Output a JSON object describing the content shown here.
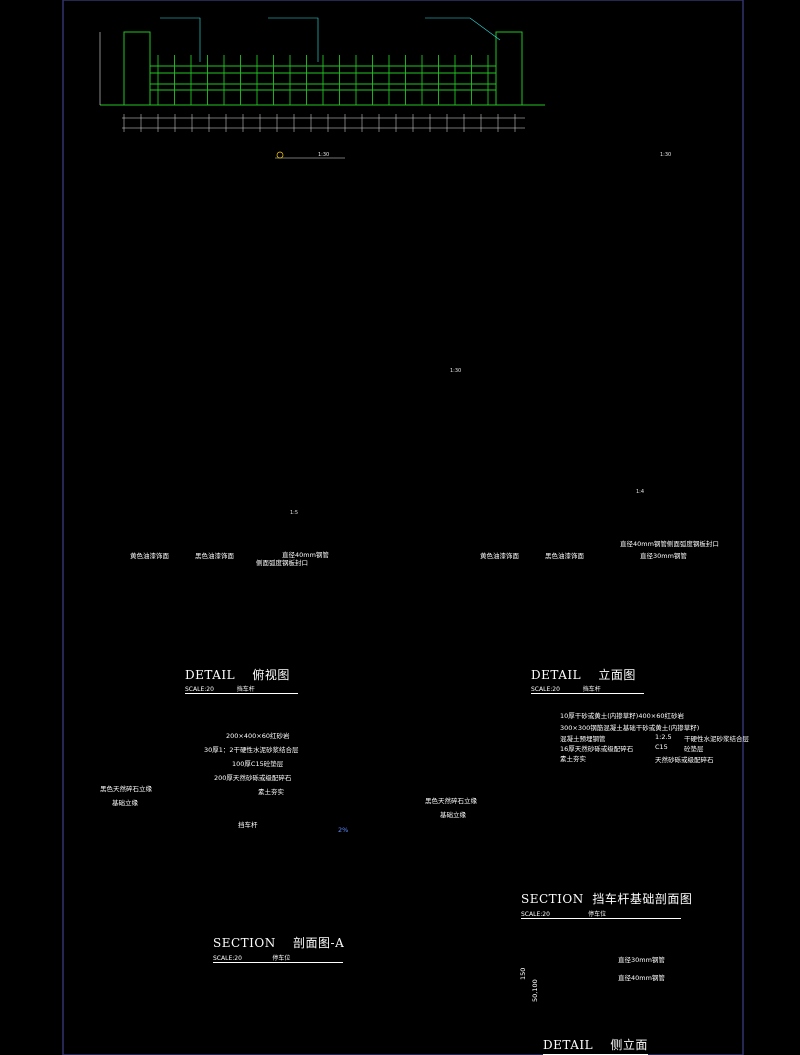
{
  "colors": {
    "background": "#000000",
    "frame": "#32326e",
    "fence": "#22c322",
    "dim": "#e6e6e6",
    "leader": "#33e6e6",
    "grid": "#aaaaaa",
    "red": "#ff2020",
    "yellow": "#d8c200",
    "magenta": "#d63bd6"
  },
  "detail_top": {
    "labels": [
      "黄色油漆饰面",
      "黑色油漆饰面",
      "直径40mm钢管",
      "侧面弧度钢板封口"
    ],
    "title": "DETAIL",
    "title_cn": "俯视图",
    "scale": "SCALE:20",
    "subject": "挡车杆"
  },
  "detail_front": {
    "labels": [
      "黄色油漆饰面",
      "黑色油漆饰面",
      "直径40mm钢管侧面弧度钢板封口",
      "直径30mm钢管"
    ],
    "title": "DETAIL",
    "title_cn": "立面图",
    "scale": "SCALE:20",
    "subject": "挡车杆"
  },
  "section_a": {
    "layers": [
      "200×400×60红砂岩",
      "30厚1：2干硬性水泥砂浆结合层",
      "100厚C15砼垫层",
      "200厚天然砂砾或级配碎石",
      "素土夯实"
    ],
    "left_labels": [
      "黑色天然碎石立缘",
      "基础立缘"
    ],
    "right_labels": [
      "黑色天然碎石立缘",
      "基础立缘"
    ],
    "rail_label": "挡车杆",
    "slope": "2%",
    "title": "SECTION",
    "title_cn": "剖面图-A",
    "scale": "SCALE:20",
    "subject": "停车位"
  },
  "section_base": {
    "layers": [
      "10厚干砂或黄土(内掺草籽)400×60红砂岩",
      "300×300钢筋混凝土基础干砂或黄土(内掺草籽)",
      "混凝土预埋钢管",
      "16厚天然砂砾或级配碎石",
      "素土夯实"
    ],
    "right_layers": [
      "1:2.5",
      "干硬性水泥砂浆结合层",
      "C15",
      "砼垫层",
      "天然砂砾或级配碎石"
    ],
    "title": "SECTION",
    "title_cn": "挡车杆基础剖面图",
    "scale": "SCALE:20",
    "subject": "停车位"
  },
  "detail_side": {
    "labels": [
      "直径30mm钢管",
      "直径40mm钢管"
    ],
    "dims": [
      "150",
      "50,100"
    ],
    "title": "DETAIL",
    "title_cn": "侧立面"
  },
  "fence_elev_1": {
    "scale_note": "1:30"
  },
  "fence_elev_2": {
    "scale_note": "1:30"
  },
  "panel_detail": {
    "scale_note": "1:30"
  },
  "grid_plan": {
    "scale_note": "1:5"
  },
  "wall_section": {
    "scale_note": "1:4"
  }
}
